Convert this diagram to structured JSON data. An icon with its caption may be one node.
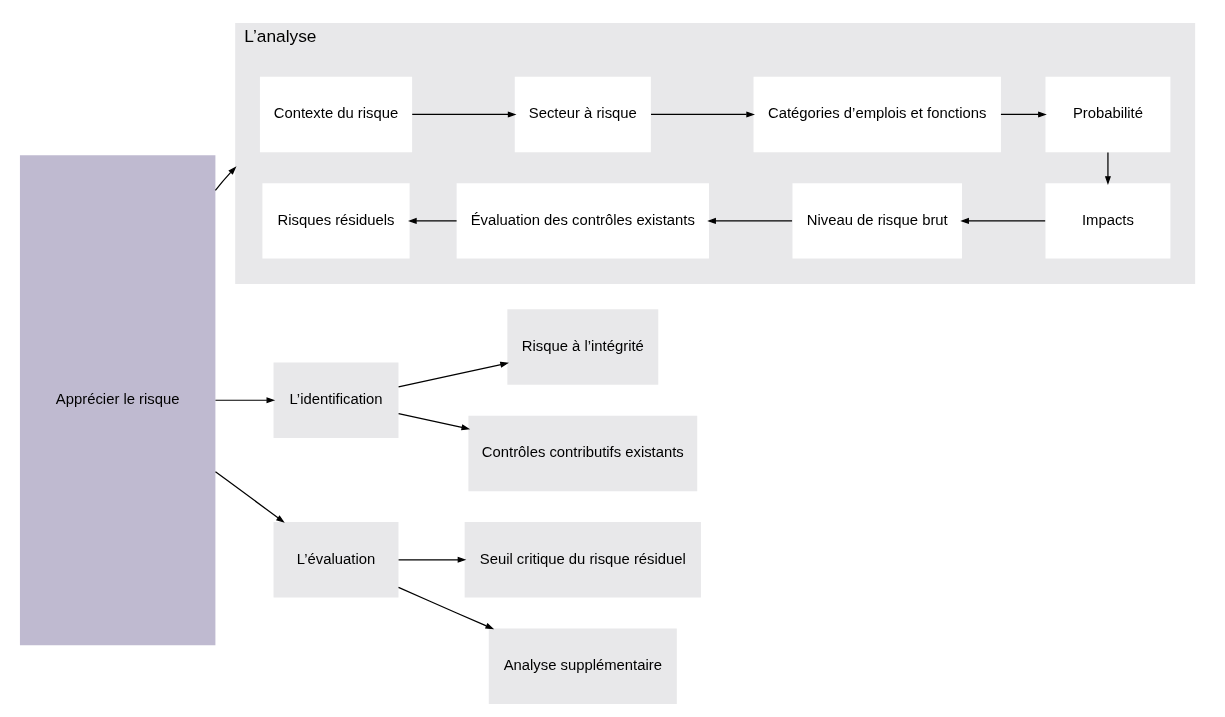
{
  "diagram": {
    "nodes": [
      {
        "text": [
          "Apprécier le risque"
        ]
      },
      {
        "text": [
          "L’identification"
        ]
      },
      {
        "text": [
          "Risque à l’intégrité"
        ]
      },
      {
        "text": [
          "Contrôles contributifs existants"
        ]
      },
      {
        "text": [
          "L’analyse"
        ]
      },
      {
        "text": [
          "Contexte du risque"
        ],
        "in": 4
      },
      {
        "text": [
          "Secteur à risque"
        ],
        "in": 4
      },
      {
        "text": [
          "Catégories d’emplois et fonctions"
        ],
        "in": 4
      },
      {
        "text": [
          "Probabilité"
        ],
        "in": 4
      },
      {
        "text": [
          "Impacts"
        ],
        "in": 4
      },
      {
        "text": [
          "Niveau de risque brut"
        ],
        "in": 4
      },
      {
        "text": [
          "Évaluation des contrôles existants"
        ],
        "in": 4
      },
      {
        "text": [
          "Risques résiduels"
        ],
        "in": 4
      },
      {
        "text": [
          "L’évaluation"
        ]
      },
      {
        "text": [
          "Seuil critique du risque résiduel"
        ]
      },
      {
        "text": [
          "Analyse supplémentaire"
        ]
      }
    ],
    "edges": [
      {
        "from": 0,
        "to": 1,
        "arrow": "to"
      },
      {
        "from": 0,
        "to": 4,
        "arrow": "to"
      },
      {
        "from": 0,
        "to": 13,
        "arrow": "to"
      },
      {
        "from": 1,
        "to": 2,
        "arrow": "to"
      },
      {
        "from": 1,
        "to": 3,
        "arrow": "to"
      },
      {
        "from": 5,
        "to": 6,
        "arrow": "to"
      },
      {
        "from": 6,
        "to": 7,
        "arrow": "to"
      },
      {
        "from": 7,
        "to": 8,
        "arrow": "to"
      },
      {
        "from": 8,
        "to": 9,
        "arrow": "to"
      },
      {
        "from": 9,
        "to": 10,
        "arrow": "to"
      },
      {
        "from": 10,
        "to": 11,
        "arrow": "to"
      },
      {
        "from": 11,
        "to": 12,
        "arrow": "to"
      },
      {
        "from": 13,
        "to": 14,
        "arrow": "to"
      },
      {
        "from": 13,
        "to": 15,
        "arrow": "to"
      }
    ]
  }
}
